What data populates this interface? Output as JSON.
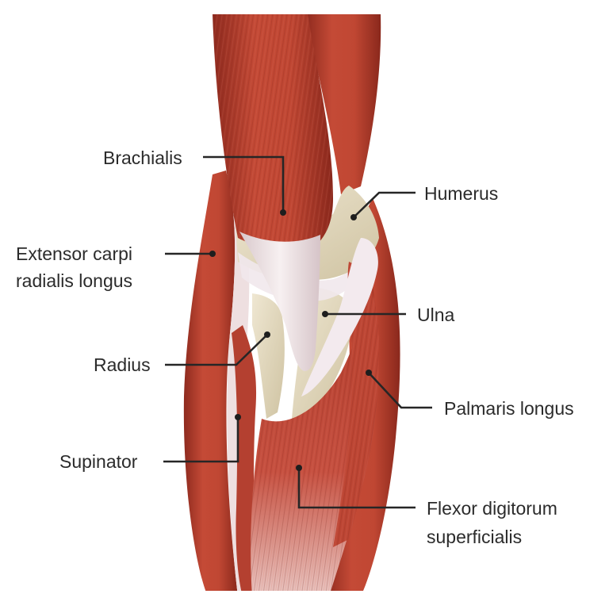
{
  "labels": {
    "brachialis": "Brachialis",
    "humerus": "Humerus",
    "extensor_carpi_radialis_longus_line1": "Extensor carpi",
    "extensor_carpi_radialis_longus_line2": "radialis longus",
    "ulna": "Ulna",
    "radius": "Radius",
    "palmaris_longus": "Palmaris longus",
    "supinator": "Supinator",
    "flexor_digitorum_superficialis_line1": "Flexor digitorum",
    "flexor_digitorum_superficialis_line2": "superficialis"
  },
  "colors": {
    "background": "#ffffff",
    "muscle": "#b8412f",
    "muscle_dark": "#8e2a1e",
    "muscle_light": "#d2685a",
    "tendon": "#efe4e4",
    "bone": "#e6dcc2",
    "label_text": "#2b2b2b",
    "leader_line": "#262626"
  }
}
